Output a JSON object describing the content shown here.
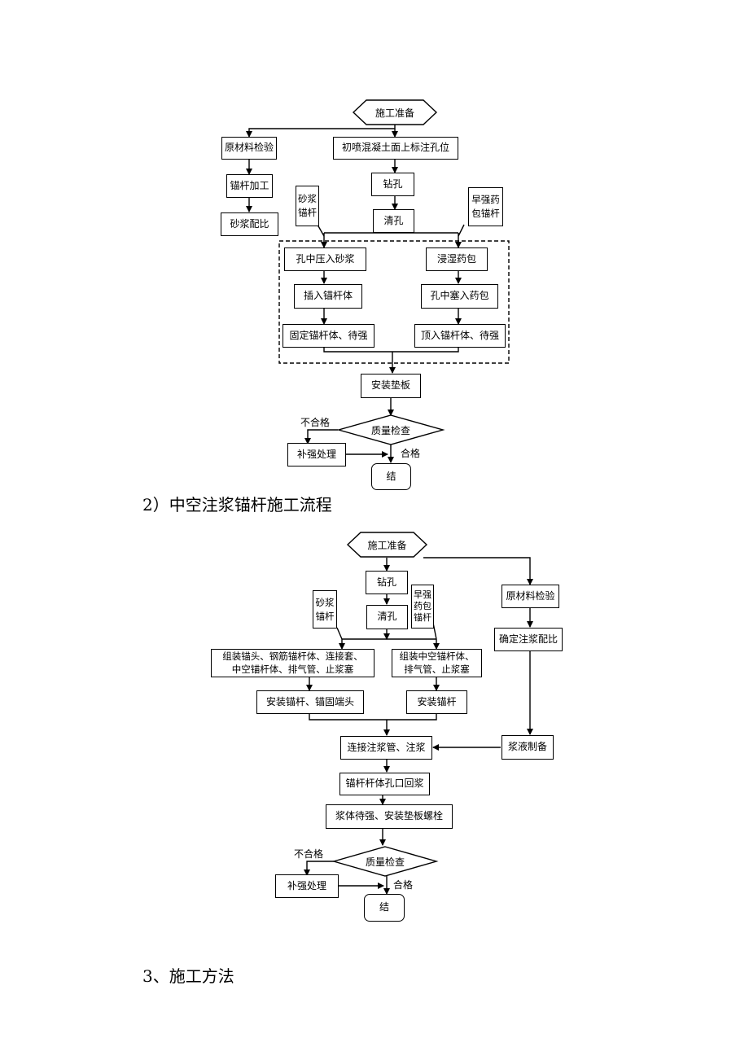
{
  "flow1": {
    "start": "施工准备",
    "raw_material_check": "原材料检验",
    "mark_holes": "初喷混凝土面上标注孔位",
    "bolt_processing": "锚杆加工",
    "drilling": "钻孔",
    "mortar_ratio": "砂浆配比",
    "clean_hole": "清孔",
    "mortar_bolt": "砂浆\n锚杆",
    "capsule_bolt": "早强药\n包锚杆",
    "press_mortar": "孔中压入砂浆",
    "soak_capsule": "浸湿药包",
    "insert_bolt": "插入锚杆体",
    "fill_capsule": "孔中塞入药包",
    "fix_bolt": "固定锚杆体、待强",
    "push_bolt": "顶入锚杆体、待强",
    "install_plate": "安装垫板",
    "quality_check": "质量检查",
    "fail_label": "不合格",
    "pass_label": "合格",
    "reinforce": "补强处理",
    "end": "结"
  },
  "heading2": "2）中空注浆锚杆施工流程",
  "flow2": {
    "start": "施工准备",
    "drilling": "钻孔",
    "raw_material_check": "原材料检验",
    "mortar_bolt": "砂浆\n锚杆",
    "capsule_bolt": "早强\n药包\n锚杆",
    "clean_hole": "清孔",
    "grout_ratio": "确定注浆配比",
    "assemble_left": "组装锚头、钢筋锚杆体、连接套、\n中空锚杆体、排气管、止浆塞",
    "assemble_right": "组装中空锚杆体、\n排气管、止浆塞",
    "install_anchor_head": "安装锚杆、锚固端头",
    "install_bolt": "安装锚杆",
    "connect_grout": "连接注浆管、注浆",
    "prepare_grout": "浆液制备",
    "backflow": "锚杆杆体孔口回浆",
    "cure_plate": "浆体待强、安装垫板螺栓",
    "quality_check": "质量检查",
    "fail_label": "不合格",
    "pass_label": "合格",
    "reinforce": "补强处理",
    "end": "结"
  },
  "heading3": "3、施工方法"
}
